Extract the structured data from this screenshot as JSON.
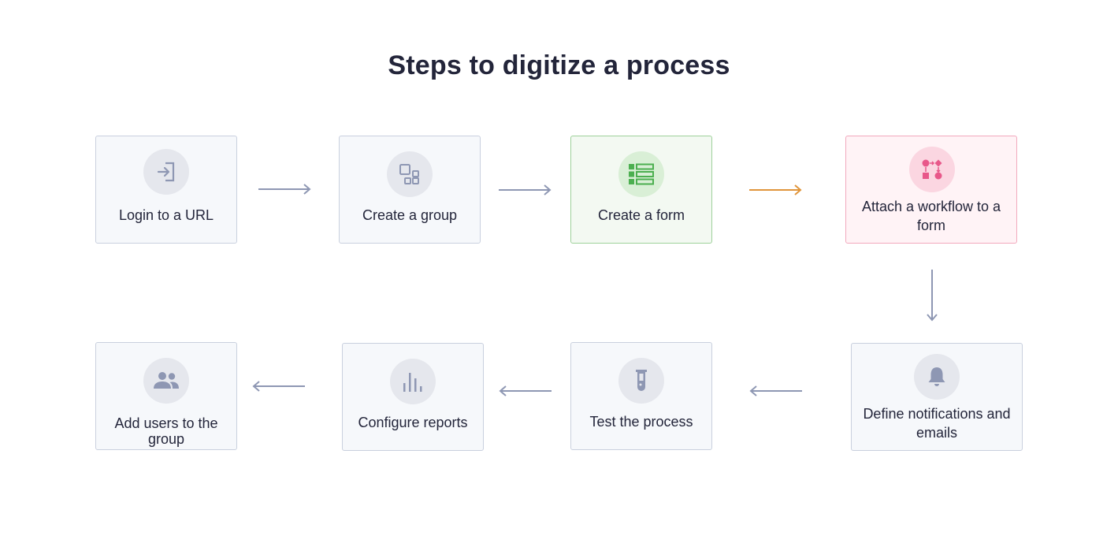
{
  "title": "Steps to digitize a process",
  "steps": [
    {
      "label": "Login to a URL",
      "icon": "login-icon"
    },
    {
      "label": "Create a group",
      "icon": "group-icon"
    },
    {
      "label": "Create a form",
      "icon": "form-icon",
      "accent": "#4caf50"
    },
    {
      "label": "Attach a workflow to a form",
      "icon": "workflow-icon",
      "accent": "#e8588a"
    },
    {
      "label": "Define notifications and emails",
      "icon": "bell-icon"
    },
    {
      "label": "Test the process",
      "icon": "test-tube-icon"
    },
    {
      "label": "Configure reports",
      "icon": "bar-chart-icon"
    },
    {
      "label": "Add users to the group",
      "icon": "users-icon"
    }
  ],
  "colors": {
    "arrow": "#8e97b3",
    "highlight_arrow": "#e0953b",
    "icon_gray": "#8e97b3"
  }
}
